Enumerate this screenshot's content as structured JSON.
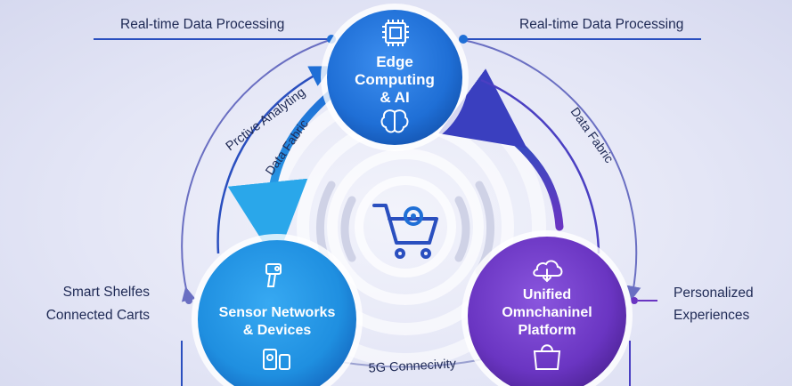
{
  "labels": {
    "top_left": "Real-time Data Processing",
    "top_right": "Real-time Data Processing",
    "left_top": "Smart Shelfes",
    "left_bottom": "Connected Carts",
    "right_top": "Personalized",
    "right_bottom": "Experiences",
    "arc_predictive": "Prctive Analyting",
    "arc_fabric_left": "Data Fabric",
    "arc_fabric_right": "Data Fabric",
    "bottom": "5G Connecivity"
  },
  "nodes": {
    "edge": {
      "line1": "Edge",
      "line2": "Computing",
      "line3": "& AI",
      "icon_top": "chip-icon",
      "icon_bottom": "brain-icon"
    },
    "sensor": {
      "line1": "Sensor Networks",
      "line2": "& Devices",
      "icon_top": "sensor-icon",
      "icon_bottom": "device-icon"
    },
    "platform": {
      "line1": "Unified",
      "line2": "Omnchaninel",
      "line3": "Platform",
      "icon_top": "cloud-icon",
      "icon_bottom": "shopping-bag-icon"
    }
  },
  "center_icon": "shopping-cart-icon",
  "colors": {
    "edge": "#1f6fd6",
    "sensor": "#1f8fe0",
    "platform": "#6a35c2",
    "text": "#1f2a55"
  }
}
